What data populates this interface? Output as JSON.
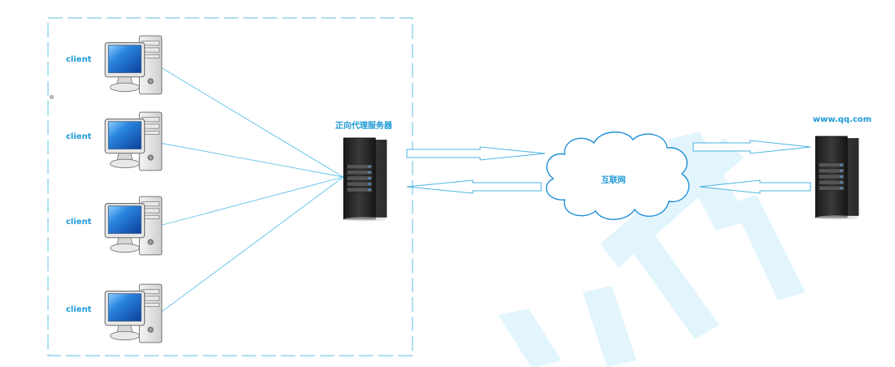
{
  "labels": {
    "client_1": "client",
    "client_2": "client",
    "client_3": "client",
    "client_4": "client",
    "proxy_server": "正向代理服务器",
    "internet": "互联网",
    "target_site": "www.qq.com"
  },
  "colors": {
    "label": "#1e9ad6",
    "line": "#5ec1e6",
    "dash_border": "#7ccbea",
    "arrow_stroke": "#4ab3e3",
    "cloud_stroke": "#1c8fd6",
    "watermark": "#27b8f4",
    "server_body": "#2b2b2b",
    "monitor_screen": "#1a72c8"
  },
  "icons": [
    "computer-icon",
    "server-icon",
    "cloud-icon",
    "arrow-icon"
  ]
}
